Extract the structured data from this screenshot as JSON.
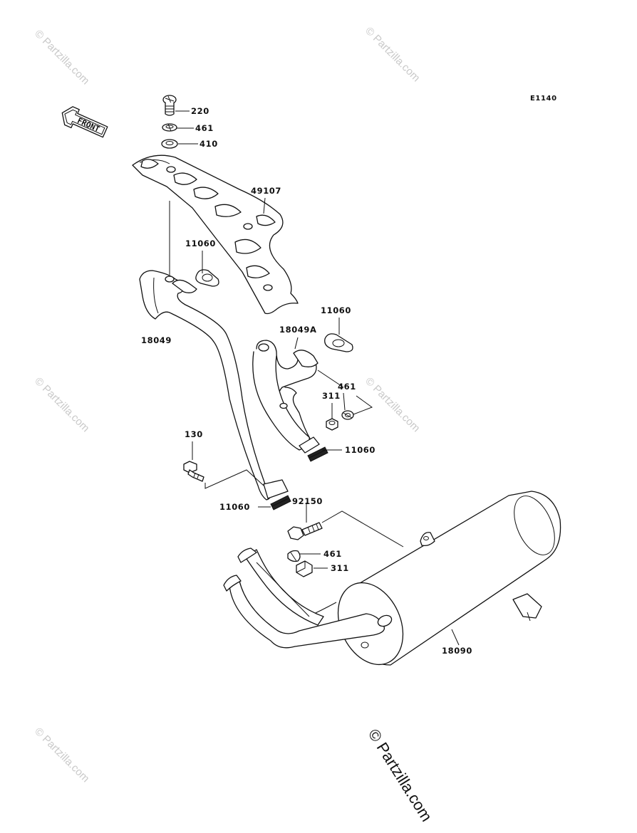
{
  "diagram": {
    "code": "E1140",
    "front_label": "FRONT"
  },
  "watermark": {
    "text": "© Partzilla.com",
    "main_text": "© Partzilla.com"
  },
  "labels": {
    "p220": "220",
    "p461_top": "461",
    "p410": "410",
    "p49107": "49107",
    "p11060_a": "11060",
    "p11060_b": "11060",
    "p18049": "18049",
    "p18049A": "18049A",
    "p461_mid": "461",
    "p311_mid": "311",
    "p130": "130",
    "p11060_c": "11060",
    "p11060_d": "11060",
    "p92150": "92150",
    "p461_low": "461",
    "p311_low": "311",
    "p18090": "18090"
  }
}
